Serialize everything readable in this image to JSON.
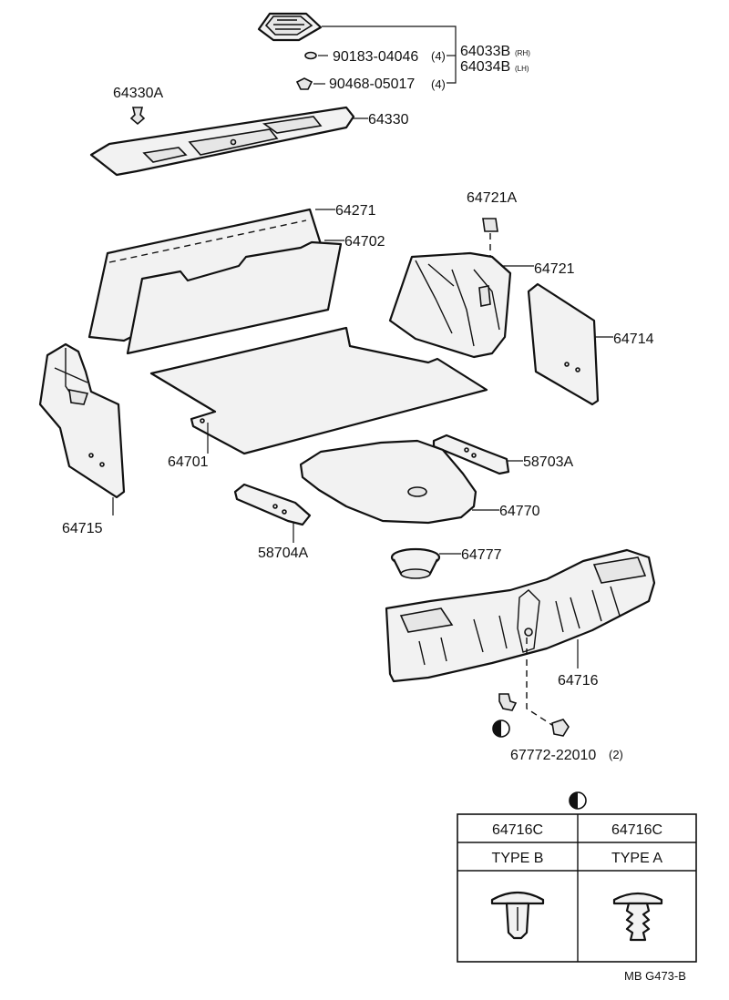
{
  "labels": {
    "p64033b": "64033B",
    "p64033b_suffix": "(RH)",
    "p64034b": "64034B",
    "p64034b_suffix": "(LH)",
    "p90183": "90183-04046",
    "p90183_qty": "(4)",
    "p90468": "90468-05017",
    "p90468_qty": "(4)",
    "p64330a": "64330A",
    "p64330": "64330",
    "p64271": "64271",
    "p64702": "64702",
    "p64721a": "64721A",
    "p64721": "64721",
    "p64714": "64714",
    "p64701": "64701",
    "p58703a": "58703A",
    "p64715": "64715",
    "p64770": "64770",
    "p58704a": "58704A",
    "p64777": "64777",
    "p64716": "64716",
    "p67772": "67772-22010",
    "p67772_qty": "(2)"
  },
  "table": {
    "col1_part": "64716C",
    "col2_part": "64716C",
    "col1_type": "TYPE B",
    "col2_type": "TYPE A"
  },
  "figure_code": "MB G473-B"
}
